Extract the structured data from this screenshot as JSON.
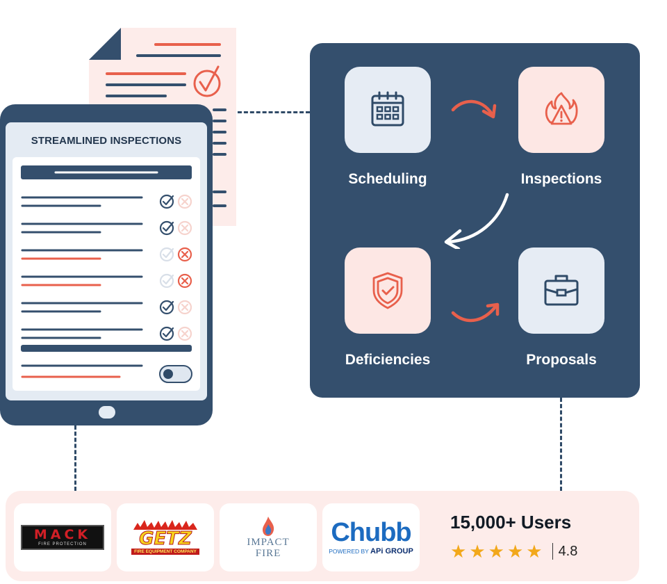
{
  "tablet": {
    "title": "STREAMLINED INSPECTIONS",
    "rows": [
      {
        "underline": "navy",
        "check": "active",
        "cross": "inactive"
      },
      {
        "underline": "navy",
        "check": "active",
        "cross": "inactive"
      },
      {
        "underline": "red",
        "check": "inactive",
        "cross": "active"
      },
      {
        "underline": "red",
        "check": "inactive",
        "cross": "active"
      },
      {
        "underline": "navy",
        "check": "active",
        "cross": "inactive"
      },
      {
        "underline": "navy",
        "check": "active",
        "cross": "inactive"
      }
    ],
    "toggle_state": "off"
  },
  "workflow": {
    "steps": [
      {
        "label": "Scheduling",
        "icon": "calendar-icon"
      },
      {
        "label": "Inspections",
        "icon": "fire-warning-icon"
      },
      {
        "label": "Deficiencies",
        "icon": "shield-check-icon"
      },
      {
        "label": "Proposals",
        "icon": "briefcase-icon"
      }
    ]
  },
  "partners": {
    "logos": [
      {
        "name": "MACK",
        "subtitle": "FIRE PROTECTION"
      },
      {
        "name": "GETZ",
        "subtitle": "FIRE EQUIPMENT COMPANY"
      },
      {
        "name_line1": "IMPACT",
        "name_line2": "FIRE"
      },
      {
        "name": "Chubb",
        "subtitle_prefix": "POWERED BY",
        "subtitle_brand": "APi GROUP"
      }
    ],
    "users": "15,000+ Users",
    "stars": 5,
    "rating": "4.8"
  },
  "colors": {
    "navy": "#344f6d",
    "accent": "#e8604c",
    "pink_bg": "#fdecea",
    "star": "#f2a81b"
  }
}
